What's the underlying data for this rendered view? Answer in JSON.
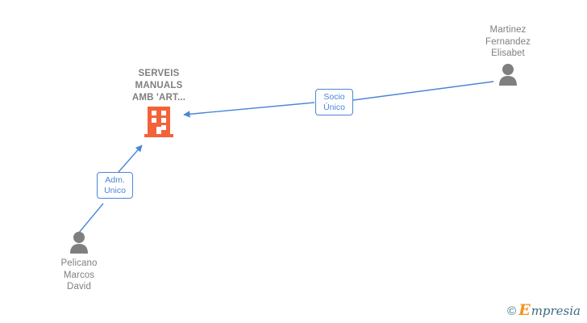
{
  "diagram": {
    "background_color": "#ffffff",
    "edge_color": "#4a86d8",
    "company_color": "#f4623a",
    "person_color": "#7f7f7f",
    "label_color": "#7f7f7f",
    "badge_text_color": "#4a86d8"
  },
  "company": {
    "name": "SERVEIS\nMANUALS\nAMB 'ART...",
    "icon": "building-icon"
  },
  "people": [
    {
      "id": "martinez",
      "name": "Martinez\nFernandez\nElisabet",
      "icon": "person-icon"
    },
    {
      "id": "pelicano",
      "name": "Pelicano\nMarcos\nDavid",
      "icon": "person-icon"
    }
  ],
  "relations": [
    {
      "id": "socio-unico",
      "label": "Socio\nÚnico",
      "from": "martinez",
      "to": "company"
    },
    {
      "id": "adm-unico",
      "label": "Adm.\nUnico",
      "from": "pelicano",
      "to": "company"
    }
  ],
  "watermark": {
    "copyright": "©",
    "brand_initial": "E",
    "brand_rest": "mpresia"
  }
}
